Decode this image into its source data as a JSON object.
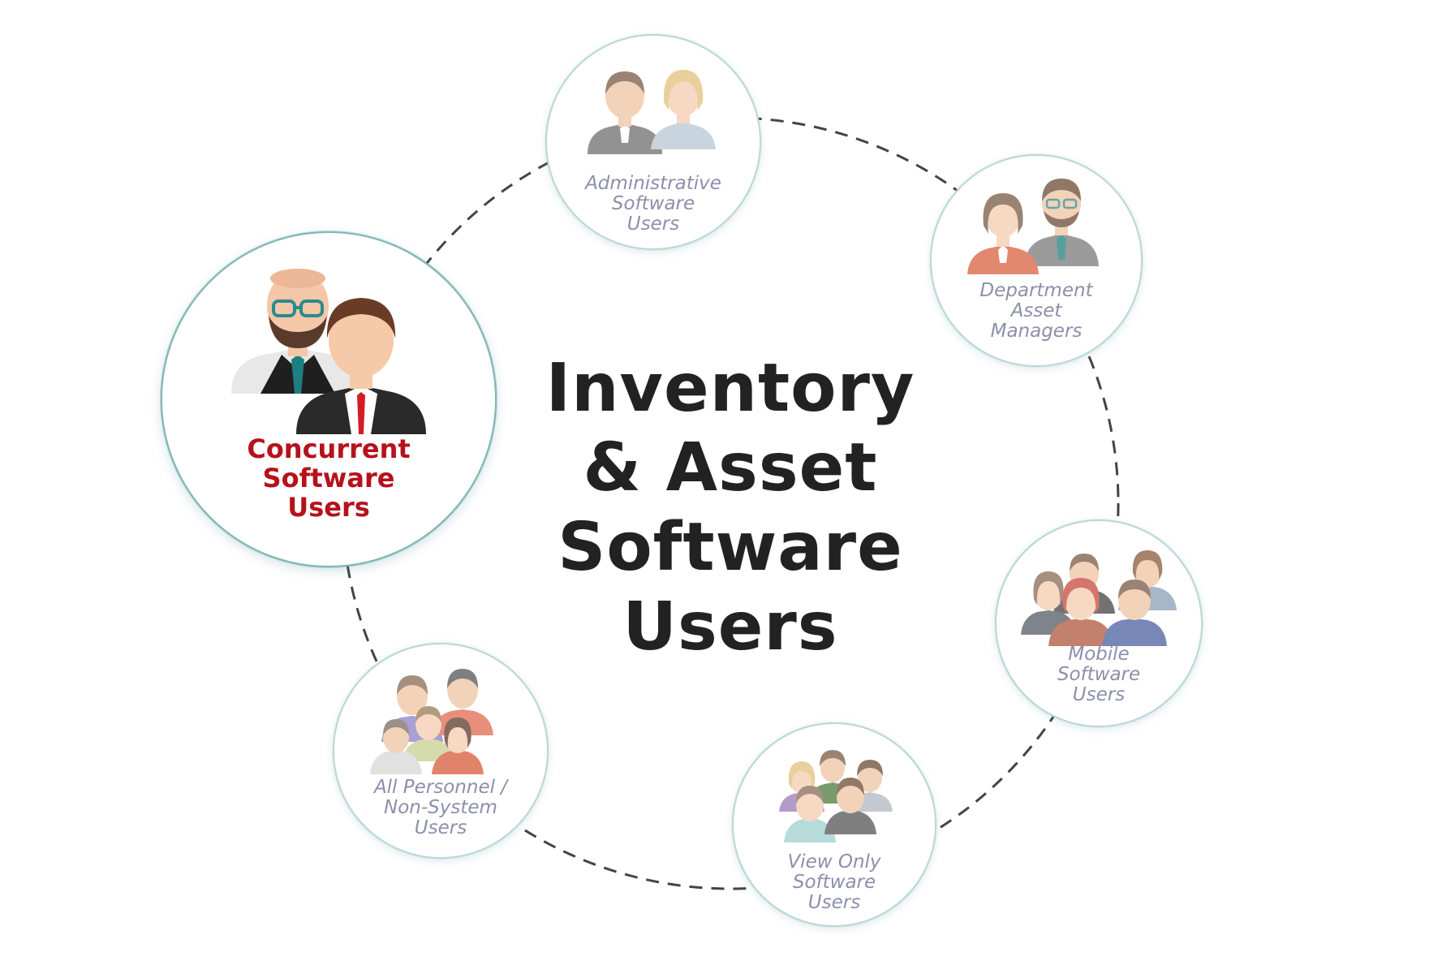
{
  "title": {
    "line1": "Inventory",
    "line2": "& Asset",
    "line3": "Software",
    "line4": "Users"
  },
  "nodes": {
    "concurrent": {
      "line1": "Concurrent",
      "line2": "Software",
      "line3": "Users"
    },
    "administrative": {
      "line1": "Administrative",
      "line2": "Software",
      "line3": "Users"
    },
    "department": {
      "line1": "Department",
      "line2": "Asset",
      "line3": "Managers"
    },
    "mobile": {
      "line1": "Mobile",
      "line2": "Software",
      "line3": "Users"
    },
    "view_only": {
      "line1": "View Only",
      "line2": "Software",
      "line3": "Users"
    },
    "all_personnel": {
      "line1": "All Personnel /",
      "line2": "Non-System",
      "line3": "Users"
    }
  },
  "colors": {
    "highlight": "#b5121b",
    "muted_label": "#8c8fab",
    "title": "#222222",
    "circle_border": "#b9d8d4",
    "dashed_ring": "#444444"
  },
  "icons": [
    "business-people-icon",
    "group-of-people-icon"
  ]
}
